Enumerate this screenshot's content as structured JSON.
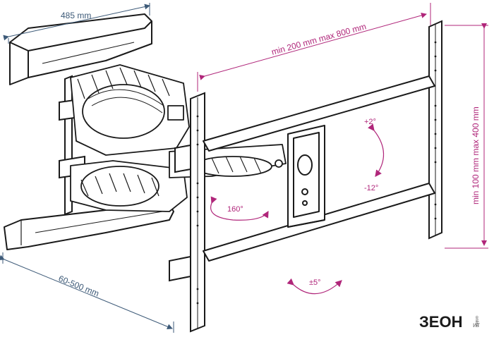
{
  "labels": {
    "depth_mm": "485 mm",
    "extension_mm": "60-500 mm",
    "horizontal_range": "min 200 mm max 800 mm",
    "vertical_range": "min 100 mm max 400 mm",
    "tilt_up": "+2°",
    "tilt_down": "-12°",
    "swivel": "160°",
    "rotation": "±5°"
  },
  "logo": {
    "main": "ЗЕОН",
    "side": "online",
    "tail": "ит"
  },
  "colors": {
    "dimension_blue": "#3d5a78",
    "angle_pink": "#b0267a",
    "line": "#1a1a1a"
  }
}
